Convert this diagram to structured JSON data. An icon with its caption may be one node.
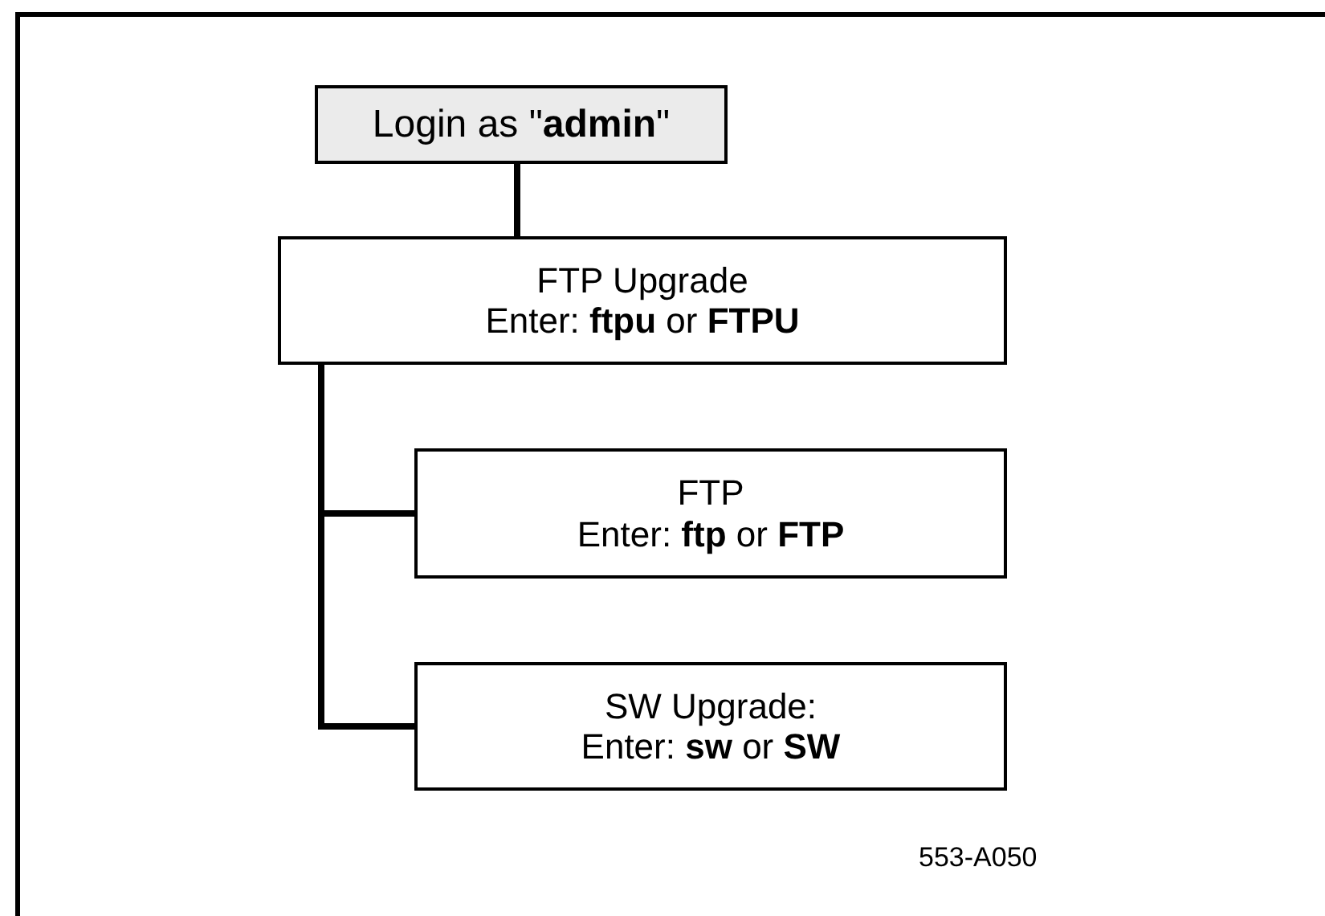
{
  "diagram": {
    "nodes": [
      {
        "text": [
          "Login as \"**admin**\""
        ]
      },
      {
        "text": [
          "FTP Upgrade",
          "Enter: **ftpu** or **FTPU**"
        ]
      },
      {
        "text": [
          "FTP",
          "Enter: **ftp** or **FTP**"
        ]
      },
      {
        "text": [
          "SW Upgrade:",
          "Enter: **sw** or **SW**"
        ]
      }
    ],
    "edges": [
      {
        "from": 0,
        "to": 1,
        "arrow": "none"
      },
      {
        "from": 1,
        "to": 2,
        "arrow": "none"
      },
      {
        "from": 1,
        "to": 3,
        "arrow": "none"
      }
    ],
    "labels": [
      "553-A050"
    ]
  }
}
